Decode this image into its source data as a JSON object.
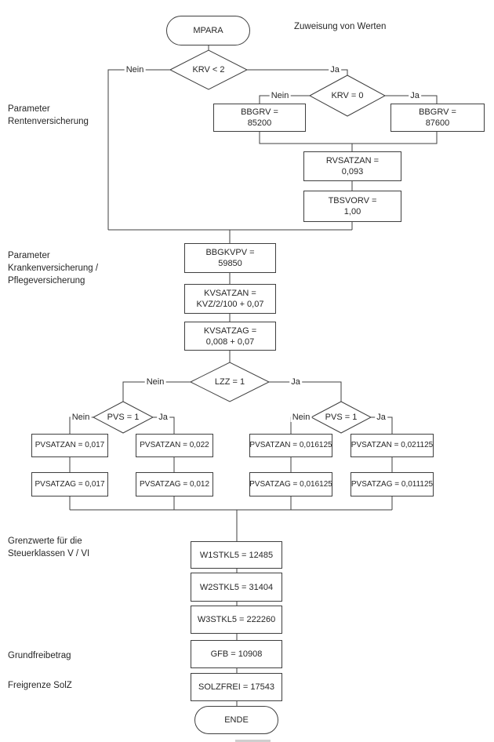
{
  "note": "Zuweisung von Werten",
  "terminators": {
    "start": "MPARA",
    "end": "ENDE"
  },
  "decisions": {
    "krv2": "KRV < 2",
    "krv0": "KRV = 0",
    "lzz": "LZZ = 1",
    "pvs_left": "PVS = 1",
    "pvs_right": "PVS = 1"
  },
  "edge_labels": {
    "ja": "Ja",
    "nein": "Nein"
  },
  "boxes": {
    "bbgrv_nein": "BBGRV =\n85200",
    "bbgrv_ja": "BBGRV =\n87600",
    "rvsatzan": "RVSATZAN =\n0,093",
    "tbsvorv": "TBSVORV =\n1,00",
    "bbgkvpv": "BBGKVPV =\n59850",
    "kvsatzan": "KVSATZAN =\nKVZ/2/100 + 0,07",
    "kvsatzag": "KVSATZAG =\n0,008 + 0,07",
    "pvsatzan_nein_nein": "PVSATZAN = 0,017",
    "pvsatzan_nein_ja": "PVSATZAN = 0,022",
    "pvsatzan_ja_nein": "PVSATZAN = 0,016125",
    "pvsatzan_ja_ja": "PVSATZAN = 0,021125",
    "pvsatzag_nein_nein": "PVSATZAG = 0,017",
    "pvsatzag_nein_ja": "PVSATZAG = 0,012",
    "pvsatzag_ja_nein": "PVSATZAG = 0,016125",
    "pvsatzag_ja_ja": "PVSATZAG = 0,011125",
    "w1stkl5": "W1STKL5 = 12485",
    "w2stkl5": "W2STKL5 = 31404",
    "w3stkl5": "W3STKL5 = 222260",
    "gfb": "GFB = 10908",
    "solzfrei": "SOLZFREI = 17543"
  },
  "side_labels": {
    "rente": "Parameter\nRentenversicherung",
    "kranken": "Parameter\nKrankenversicherung /\nPflegeversicherung",
    "grenzwerte": "Grenzwerte für die\nSteuerklassen V / VI",
    "grundfreibetrag": "Grundfreibetrag",
    "freigrenze": "Freigrenze SolZ"
  },
  "colors": {
    "line": "#3f3f3f",
    "text": "#262626",
    "background": "#ffffff"
  }
}
